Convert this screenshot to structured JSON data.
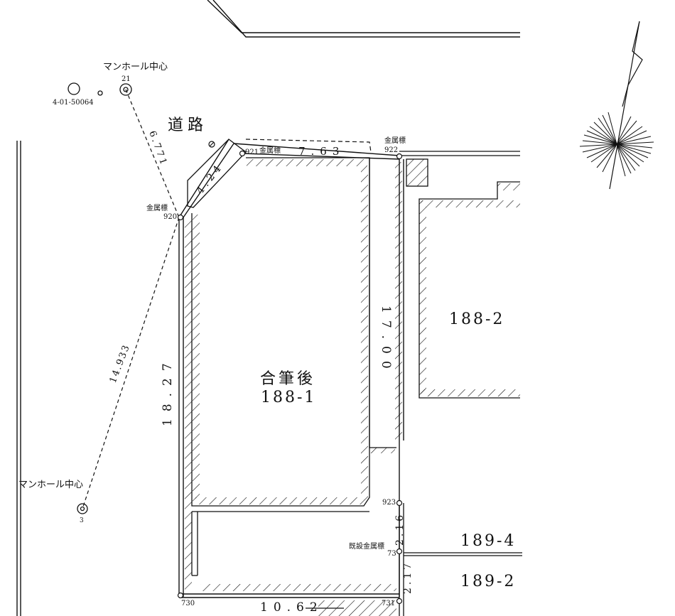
{
  "labels": {
    "manhole_top": "マンホール中心",
    "manhole_top_no": "21",
    "manhole_bottom": "マンホール中心",
    "manhole_bottom_no": "3",
    "benchmark": "4-01-50064",
    "road": "道路",
    "parcel_main_title": "合筆後",
    "parcel_main_no": "188-1",
    "parcel_east": "188-2",
    "parcel_se_upper": "189-4",
    "parcel_se_lower": "189-2",
    "metal_marker": "金属標",
    "existing_metal_marker": "既設金属標"
  },
  "points": {
    "p920": "920",
    "p921": "921",
    "p922": "922",
    "p923": "923",
    "p73": "73",
    "p730": "730",
    "p731": "731"
  },
  "dimensions": {
    "tie_top": "6.771",
    "tie_long": "14.933",
    "corner_cut": "4.24",
    "front": "7.63",
    "west_side": "18.27",
    "east_side": "17.00",
    "east_lower": "2.16",
    "east_lowest": "2.17",
    "bottom": "10.62"
  },
  "colors": {
    "ink": "#111111",
    "paper": "#ffffff"
  }
}
